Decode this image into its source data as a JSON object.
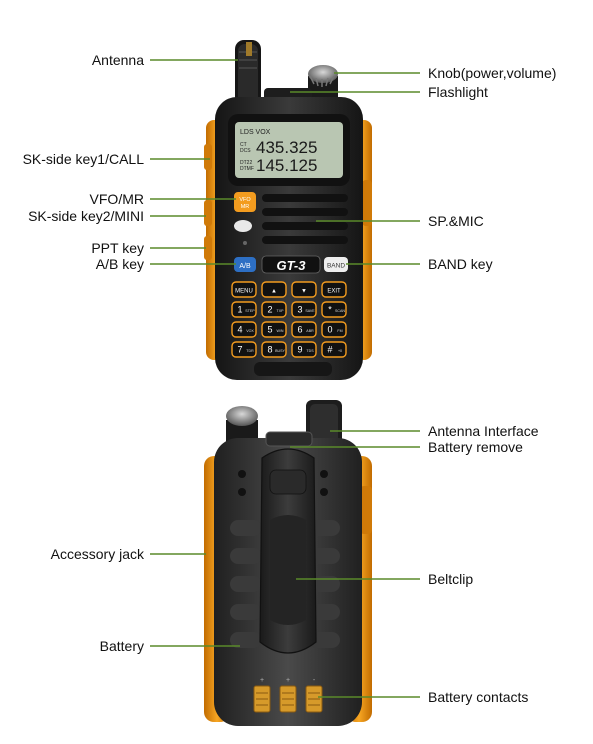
{
  "front": {
    "left_labels": {
      "antenna": "Antenna",
      "sk_key1": "SK-side key1/CALL",
      "vfo_mr": "VFO/MR",
      "sk_key2": "SK-side key2/MINI",
      "ppt_key": "PPT key",
      "ab_key": "A/B key"
    },
    "right_labels": {
      "knob": "Knob(power,volume)",
      "flashlight": "Flashlight",
      "sp_mic": "SP.&MIC",
      "band_key": "BAND key"
    },
    "display": {
      "status_row": "LDS VOX",
      "line1_tag_top": "CT",
      "line1_tag_bottom": "DCS",
      "line1": "435.325",
      "line2_tag_top": "DT22",
      "line2_tag_bottom": "DTMF",
      "line2": "145.125"
    },
    "model": "GT-3",
    "vfo_btn_top": "VFO",
    "vfo_btn_bottom": "MR",
    "ab_btn": "A/B",
    "band_btn": "BAND",
    "keypad": [
      [
        "MENU",
        "▲",
        "▼",
        "EXIT"
      ],
      [
        "1",
        "2",
        "3",
        "*"
      ],
      [
        "4",
        "5",
        "6",
        "0"
      ],
      [
        "7",
        "8",
        "9",
        "#"
      ]
    ],
    "keypad_sub": [
      [
        "",
        "",
        "",
        ""
      ],
      [
        "STEP",
        "TXP",
        "SAVE",
        "SCAN"
      ],
      [
        "VOX",
        "W/N",
        "ABR",
        "FM"
      ],
      [
        "TDR",
        "BUSY",
        "TDS",
        "+0"
      ]
    ]
  },
  "back": {
    "left_labels": {
      "accessory_jack": "Accessory jack",
      "battery": "Battery"
    },
    "right_labels": {
      "antenna_interface": "Antenna Interface",
      "battery_remove": "Battery remove",
      "beltclip": "Beltclip",
      "battery_contacts": "Battery contacts"
    },
    "contact_marks": [
      "+",
      "+",
      "-"
    ]
  },
  "colors": {
    "leader_line": "#5a8a2a",
    "orange": "#f39c1f",
    "body": "#2b2b2b",
    "display_bg": "#b9c6b2"
  }
}
